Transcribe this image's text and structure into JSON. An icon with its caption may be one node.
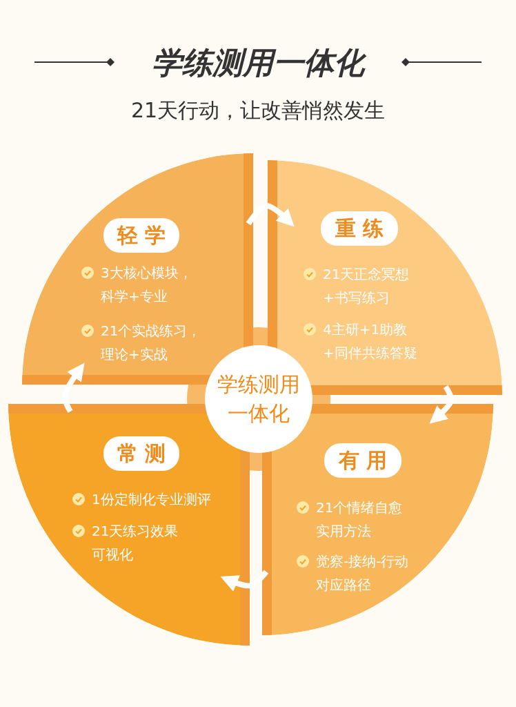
{
  "diagram": {
    "title": "学练测用一体化",
    "nodes": [
      {
        "text": [
          "3大核心模块，科学+专业",
          "21个实战练习，理论+实战"
        ]
      },
      {
        "text": [
          "轻学"
        ],
        "in": 0
      },
      {
        "text": [
          "21天正念冥想+书写练习",
          "4主研+1助教+同伴共练答疑"
        ]
      },
      {
        "text": [
          "重练"
        ],
        "in": 2
      },
      {
        "text": [
          "学练测用一体化"
        ]
      },
      {
        "text": [
          "1份定制化专业测评",
          "21天练习效果可视化"
        ]
      },
      {
        "text": [
          "常测"
        ],
        "in": 5
      },
      {
        "text": [
          "21个情绪自愈实用方法",
          "觉察-接纳-行动对应路径"
        ]
      },
      {
        "text": [
          "有用"
        ],
        "in": 7
      }
    ],
    "edges": [
      {
        "from": 0,
        "to": 2,
        "arrow": "to"
      },
      {
        "from": 2,
        "to": 7,
        "arrow": "to"
      },
      {
        "from": 7,
        "to": 5,
        "arrow": "to"
      },
      {
        "from": 5,
        "to": 0,
        "arrow": "to"
      }
    ],
    "labels": [
      "21天行动，让改善悄然发生"
    ]
  }
}
